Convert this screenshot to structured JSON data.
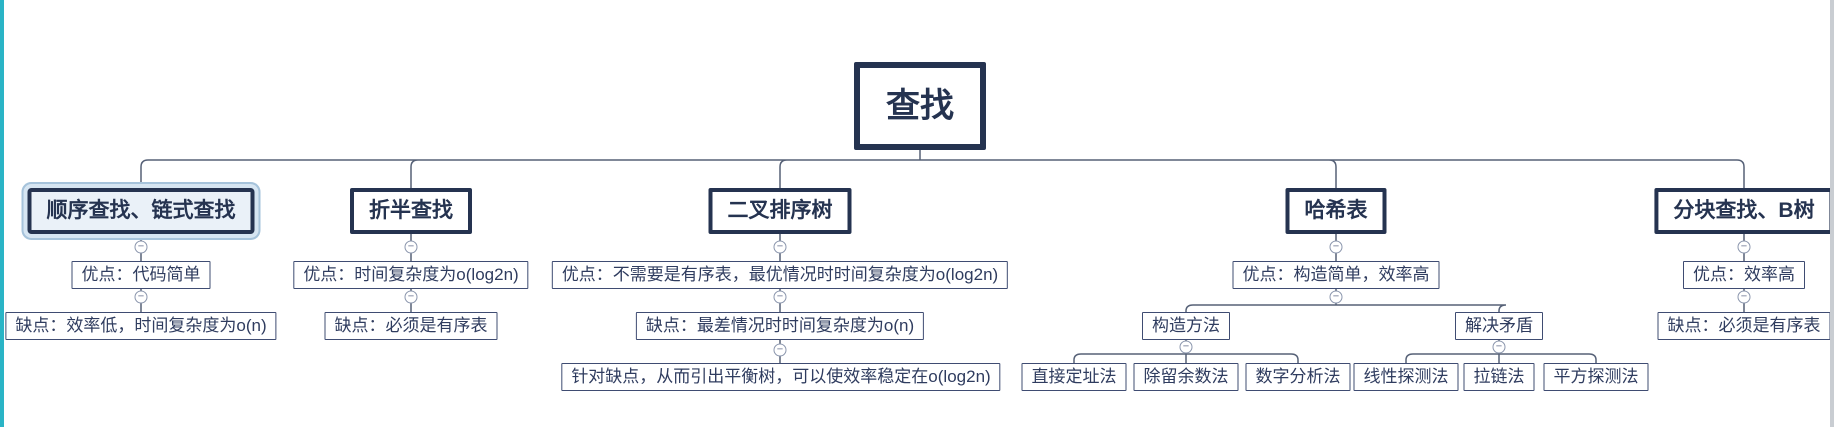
{
  "ui": {
    "collapse_glyph": "−"
  },
  "colors": {
    "node_border": "#253350",
    "sub_border": "#3f4c72",
    "connector": "#566177",
    "left_bar": "#2ab4c6",
    "right_bar": "#c9cdd2"
  },
  "root": {
    "label": "查找"
  },
  "branches": [
    {
      "label": "顺序查找、链式查找",
      "selected": true,
      "children": [
        {
          "label": "优点：代码简单"
        },
        {
          "label": "缺点：效率低，时间复杂度为o(n)"
        }
      ]
    },
    {
      "label": "折半查找",
      "children": [
        {
          "label": "优点：时间复杂度为o(log2n)"
        },
        {
          "label": "缺点：必须是有序表"
        }
      ]
    },
    {
      "label": "二叉排序树",
      "children": [
        {
          "label": "优点：不需要是有序表，最优情况时时间复杂度为o(log2n)"
        },
        {
          "label": "缺点：最差情况时时间复杂度为o(n)"
        },
        {
          "label": "针对缺点，从而引出平衡树，可以使效率稳定在o(log2n)"
        }
      ]
    },
    {
      "label": "哈希表",
      "children": [
        {
          "label": "优点：构造简单，效率高"
        },
        {
          "label": "构造方法",
          "children": [
            {
              "label": "直接定址法"
            },
            {
              "label": "除留余数法"
            },
            {
              "label": "数字分析法"
            }
          ]
        },
        {
          "label": "解决矛盾",
          "children": [
            {
              "label": "线性探测法"
            },
            {
              "label": "拉链法"
            },
            {
              "label": "平方探测法"
            }
          ]
        }
      ]
    },
    {
      "label": "分块查找、B树",
      "children": [
        {
          "label": "优点：效率高"
        },
        {
          "label": "缺点：必须是有序表"
        }
      ]
    }
  ]
}
